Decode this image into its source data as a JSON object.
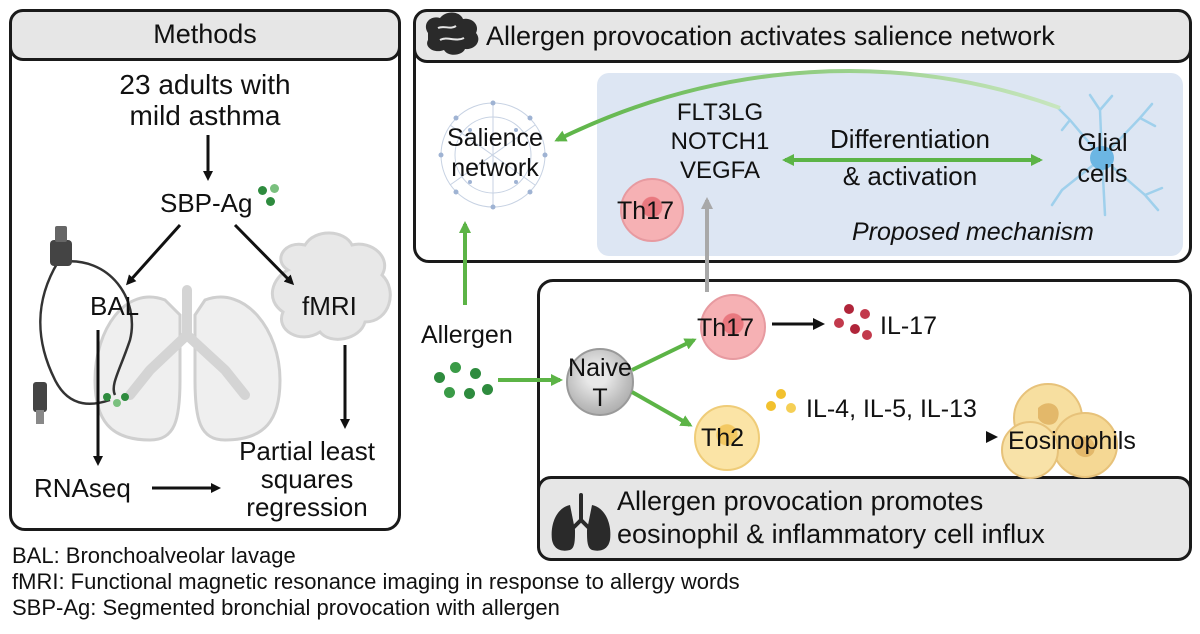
{
  "methods": {
    "title": "Methods",
    "cohort_line1": "23 adults with",
    "cohort_line2": "mild asthma",
    "sbp": "SBP-Ag",
    "bal": "BAL",
    "fmri": "fMRI",
    "rnaseq": "RNAseq",
    "pls_line1": "Partial least",
    "pls_line2": "squares",
    "pls_line3": "regression"
  },
  "salience_panel": {
    "title": "Allergen provocation activates salience network",
    "salience_line1": "Salience",
    "salience_line2": "network",
    "genes": [
      "FLT3LG",
      "NOTCH1",
      "VEGFA"
    ],
    "diff_line1": "Differentiation",
    "diff_line2": "& activation",
    "glial_line1": "Glial",
    "glial_line2": "cells",
    "th17": "Th17",
    "proposed": "Proposed mechanism"
  },
  "inflammation_panel": {
    "allergen": "Allergen",
    "naive_line1": "Naive",
    "naive_line2": "T",
    "th17": "Th17",
    "il17": "IL-17",
    "th2": "Th2",
    "il_th2": "IL-4, IL-5, IL-13",
    "eosinophils": "Eosinophils",
    "footer_line1": "Allergen provocation promotes",
    "footer_line2": "eosinophil & inflammatory cell influx"
  },
  "legend": [
    "BAL: Bronchoalveolar lavage",
    "fMRI: Functional magnetic resonance imaging in response to allergy words",
    "SBP-Ag: Segmented bronchial provocation with allergen"
  ],
  "colors": {
    "green_arrow": "#5cb446",
    "allergen_dot": "#2e8b3e",
    "th17_fill": "#f4a3a7",
    "th2_fill": "#f8dc8a",
    "naive_fill": "#bdbdbd",
    "mechanism_bg": "#dde6f3",
    "header_bg": "#e6e6e6"
  }
}
